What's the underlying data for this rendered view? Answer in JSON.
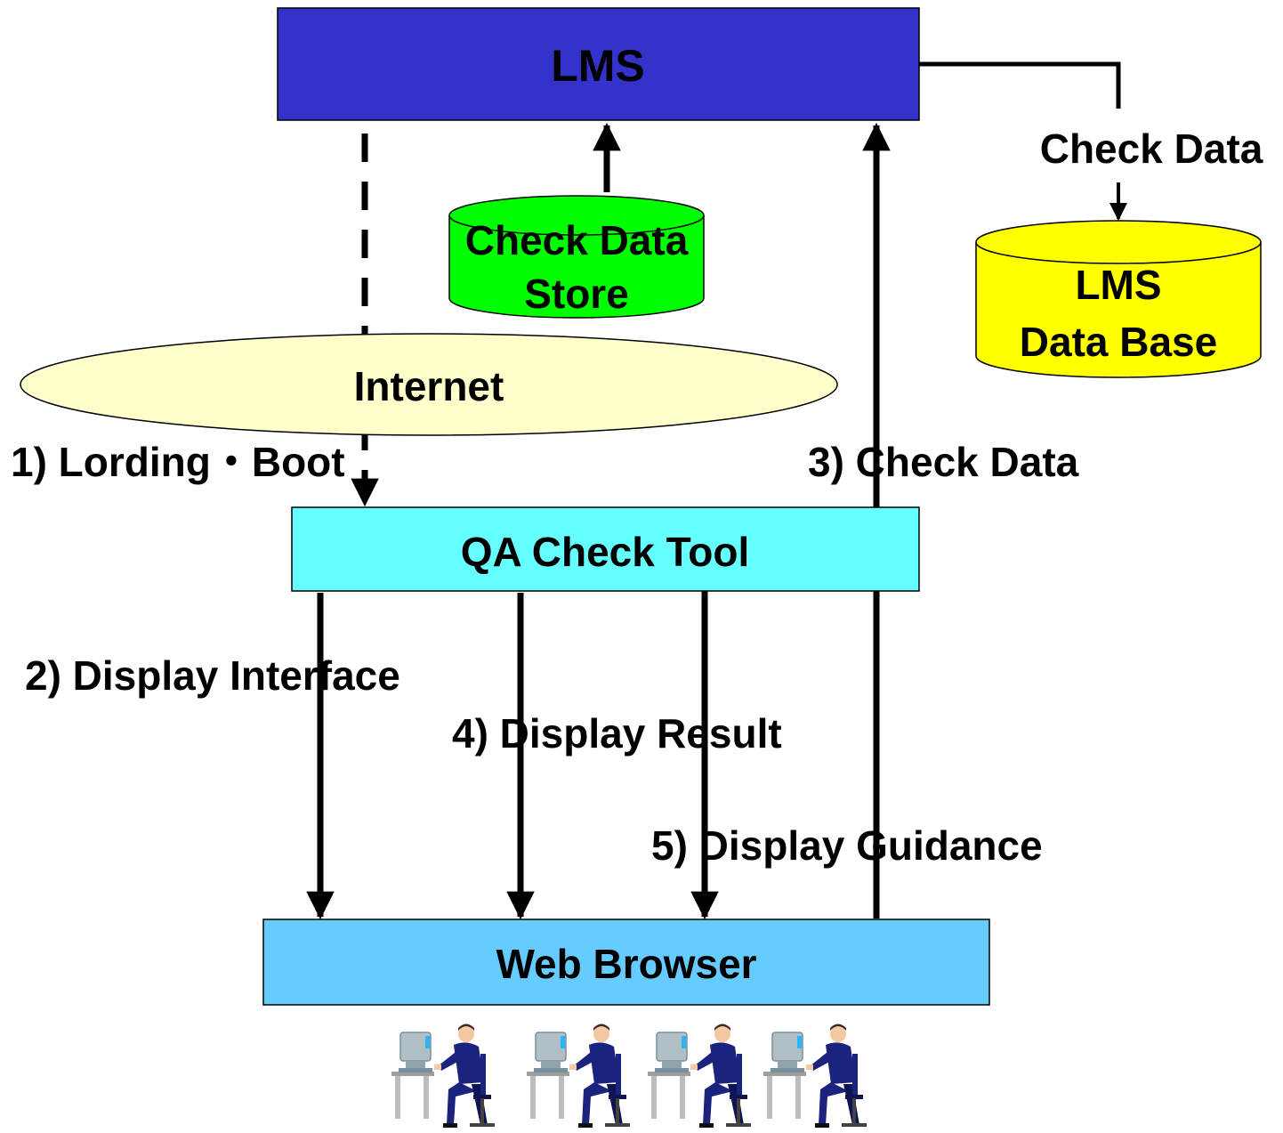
{
  "nodes": {
    "lms": {
      "label": "LMS",
      "fill": "#3333CC",
      "text_color": "#FFFFFF"
    },
    "check_data_store": {
      "line1": "Check Data",
      "line2": "Store",
      "fill": "#00FF00"
    },
    "lms_database": {
      "line1": "LMS",
      "line2": "Data Base",
      "fill": "#FFFF00"
    },
    "internet": {
      "label": "Internet",
      "fill": "#FFFFCC"
    },
    "qa_check_tool": {
      "label": "QA Check Tool",
      "fill": "#66FFFF"
    },
    "web_browser": {
      "label": "Web Browser",
      "fill": "#66CCFF"
    }
  },
  "edge_labels": {
    "check_data_top": "Check Data",
    "step1": "1) Lording・Boot",
    "step2": "2) Display Interface",
    "step3": "3) Check Data",
    "step4": "4) Display Result",
    "step5": "5) Display Guidance"
  },
  "users": {
    "count": 4,
    "icon": "user-at-computer-icon",
    "suit_color": "#1A237E",
    "monitor_color": "#B0BEC5"
  }
}
